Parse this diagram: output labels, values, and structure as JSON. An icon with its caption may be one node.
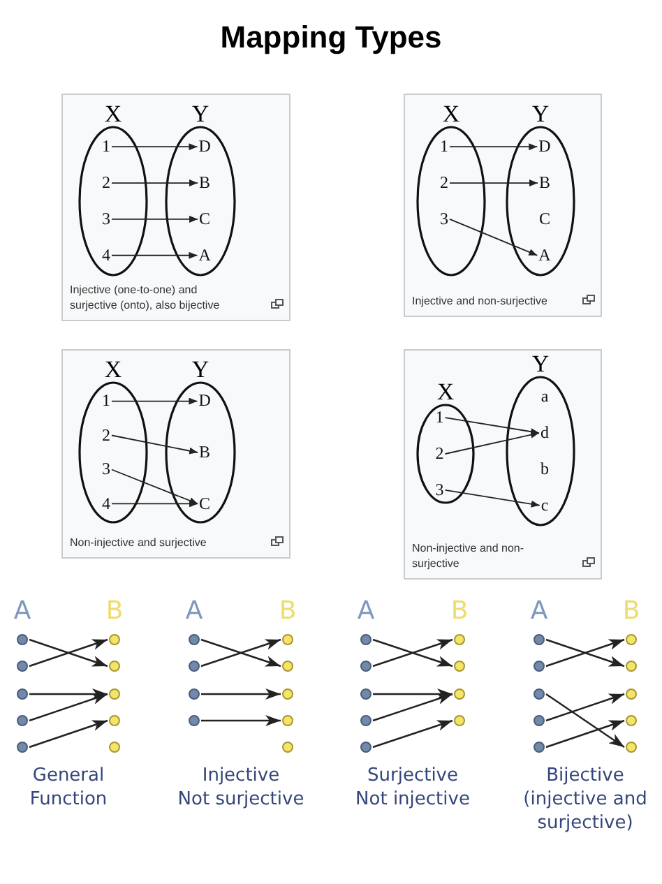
{
  "diagram": {
    "title": "Mapping Types",
    "nodes": [
      {
        "text": [
          "Injective (one-to-one) and surjective (onto), also bijective"
        ]
      },
      {
        "text": [
          "X"
        ],
        "in": 0
      },
      {
        "text": [
          "1"
        ],
        "in": 1
      },
      {
        "text": [
          "2"
        ],
        "in": 1
      },
      {
        "text": [
          "3"
        ],
        "in": 1
      },
      {
        "text": [
          "4"
        ],
        "in": 1
      },
      {
        "text": [
          "Y"
        ],
        "in": 0
      },
      {
        "text": [
          "D"
        ],
        "in": 6
      },
      {
        "text": [
          "B"
        ],
        "in": 6
      },
      {
        "text": [
          "C"
        ],
        "in": 6
      },
      {
        "text": [
          "A"
        ],
        "in": 6
      },
      {
        "text": [
          "Injective and non-surjective"
        ]
      },
      {
        "text": [
          "X"
        ],
        "in": 11
      },
      {
        "text": [
          "1"
        ],
        "in": 12
      },
      {
        "text": [
          "2"
        ],
        "in": 12
      },
      {
        "text": [
          "3"
        ],
        "in": 12
      },
      {
        "text": [
          "Y"
        ],
        "in": 11
      },
      {
        "text": [
          "D"
        ],
        "in": 16
      },
      {
        "text": [
          "B"
        ],
        "in": 16
      },
      {
        "text": [
          "C"
        ],
        "in": 16
      },
      {
        "text": [
          "A"
        ],
        "in": 16
      },
      {
        "text": [
          "Non-injective and surjective"
        ]
      },
      {
        "text": [
          "X"
        ],
        "in": 21
      },
      {
        "text": [
          "1"
        ],
        "in": 22
      },
      {
        "text": [
          "2"
        ],
        "in": 22
      },
      {
        "text": [
          "3"
        ],
        "in": 22
      },
      {
        "text": [
          "4"
        ],
        "in": 22
      },
      {
        "text": [
          "Y"
        ],
        "in": 21
      },
      {
        "text": [
          "D"
        ],
        "in": 27
      },
      {
        "text": [
          "B"
        ],
        "in": 27
      },
      {
        "text": [
          "C"
        ],
        "in": 27
      },
      {
        "text": [
          "Non-injective and non-surjective"
        ]
      },
      {
        "text": [
          "X"
        ],
        "in": 31
      },
      {
        "text": [
          "1"
        ],
        "in": 32
      },
      {
        "text": [
          "2"
        ],
        "in": 32
      },
      {
        "text": [
          "3"
        ],
        "in": 32
      },
      {
        "text": [
          "Y"
        ],
        "in": 31
      },
      {
        "text": [
          "a"
        ],
        "in": 36
      },
      {
        "text": [
          "d"
        ],
        "in": 36
      },
      {
        "text": [
          "b"
        ],
        "in": 36
      },
      {
        "text": [
          "c"
        ],
        "in": 36
      },
      {
        "text": [],
        "shape": "circle"
      },
      {
        "text": [],
        "shape": "circle"
      },
      {
        "text": [],
        "shape": "circle"
      },
      {
        "text": [],
        "shape": "circle"
      },
      {
        "text": [],
        "shape": "circle"
      },
      {
        "text": [],
        "shape": "circle"
      },
      {
        "text": [],
        "shape": "circle"
      },
      {
        "text": [],
        "shape": "circle"
      },
      {
        "text": [],
        "shape": "circle"
      },
      {
        "text": [],
        "shape": "circle"
      },
      {
        "text": [],
        "shape": "circle"
      },
      {
        "text": [],
        "shape": "circle"
      },
      {
        "text": [],
        "shape": "circle"
      },
      {
        "text": [],
        "shape": "circle"
      },
      {
        "text": [],
        "shape": "circle"
      },
      {
        "text": [],
        "shape": "circle"
      },
      {
        "text": [],
        "shape": "circle"
      },
      {
        "text": [],
        "shape": "circle"
      },
      {
        "text": [],
        "shape": "circle"
      },
      {
        "text": [],
        "shape": "circle"
      },
      {
        "text": [],
        "shape": "circle"
      },
      {
        "text": [],
        "shape": "circle"
      },
      {
        "text": [],
        "shape": "circle"
      },
      {
        "text": [],
        "shape": "circle"
      },
      {
        "text": [],
        "shape": "circle"
      },
      {
        "text": [],
        "shape": "circle"
      },
      {
        "text": [],
        "shape": "circle"
      },
      {
        "text": [],
        "shape": "circle"
      },
      {
        "text": [],
        "shape": "circle"
      },
      {
        "text": [],
        "shape": "circle"
      },
      {
        "text": [],
        "shape": "circle"
      },
      {
        "text": [],
        "shape": "circle"
      },
      {
        "text": [],
        "shape": "circle"
      },
      {
        "text": [],
        "shape": "circle"
      },
      {
        "text": [],
        "shape": "circle"
      },
      {
        "text": [],
        "shape": "circle"
      },
      {
        "text": [],
        "shape": "circle"
      },
      {
        "text": [],
        "shape": "circle"
      }
    ],
    "edges": [
      {
        "from": 2,
        "to": 7,
        "arrow": "to"
      },
      {
        "from": 3,
        "to": 8,
        "arrow": "to"
      },
      {
        "from": 4,
        "to": 9,
        "arrow": "to"
      },
      {
        "from": 5,
        "to": 10,
        "arrow": "to"
      },
      {
        "from": 13,
        "to": 17,
        "arrow": "to"
      },
      {
        "from": 14,
        "to": 18,
        "arrow": "to"
      },
      {
        "from": 15,
        "to": 20,
        "arrow": "to"
      },
      {
        "from": 23,
        "to": 28,
        "arrow": "to"
      },
      {
        "from": 24,
        "to": 29,
        "arrow": "to"
      },
      {
        "from": 25,
        "to": 30,
        "arrow": "to"
      },
      {
        "from": 26,
        "to": 30,
        "arrow": "to"
      },
      {
        "from": 33,
        "to": 38,
        "arrow": "to"
      },
      {
        "from": 34,
        "to": 38,
        "arrow": "to"
      },
      {
        "from": 35,
        "to": 40,
        "arrow": "to"
      },
      {
        "from": 41,
        "to": 47,
        "arrow": "to"
      },
      {
        "from": 42,
        "to": 46,
        "arrow": "to"
      },
      {
        "from": 43,
        "to": 48,
        "arrow": "to"
      },
      {
        "from": 44,
        "to": 48,
        "arrow": "to"
      },
      {
        "from": 45,
        "to": 49,
        "arrow": "to"
      },
      {
        "from": 51,
        "to": 56,
        "arrow": "to"
      },
      {
        "from": 52,
        "to": 55,
        "arrow": "to"
      },
      {
        "from": 53,
        "to": 57,
        "arrow": "to"
      },
      {
        "from": 54,
        "to": 58,
        "arrow": "to"
      },
      {
        "from": 60,
        "to": 66,
        "arrow": "to"
      },
      {
        "from": 61,
        "to": 65,
        "arrow": "to"
      },
      {
        "from": 62,
        "to": 67,
        "arrow": "to"
      },
      {
        "from": 63,
        "to": 67,
        "arrow": "to"
      },
      {
        "from": 64,
        "to": 68,
        "arrow": "to"
      },
      {
        "from": 69,
        "to": 75,
        "arrow": "to"
      },
      {
        "from": 70,
        "to": 74,
        "arrow": "to"
      },
      {
        "from": 71,
        "to": 78,
        "arrow": "to"
      },
      {
        "from": 72,
        "to": 76,
        "arrow": "to"
      },
      {
        "from": 73,
        "to": 77,
        "arrow": "to"
      }
    ],
    "labels": [
      "A",
      "B",
      "A",
      "B",
      "A",
      "B",
      "A",
      "B",
      "General Function",
      "Injective Not surjective",
      "Surjective Not injective",
      "Bijective (injective and surjective)"
    ]
  }
}
